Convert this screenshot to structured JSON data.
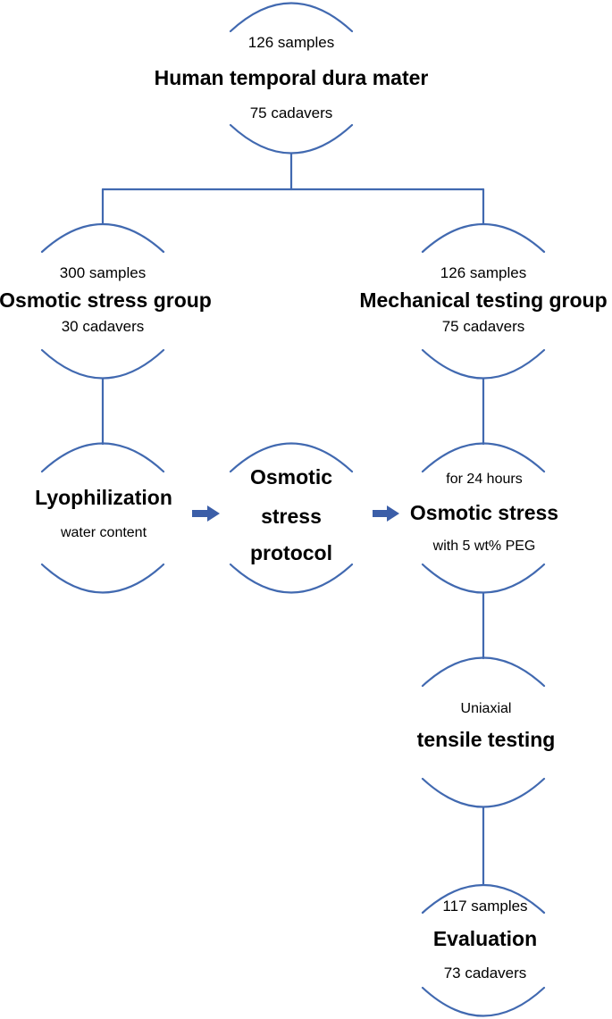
{
  "colors": {
    "line": "#4169b0",
    "arrow": "#3b5ea8",
    "text": "#000000"
  },
  "nodes": {
    "root": {
      "top": "126 samples",
      "title": "Human temporal dura mater",
      "bottom": "75 cadavers"
    },
    "osmotic_group": {
      "top": "300 samples",
      "title": "Osmotic stress group",
      "bottom": "30 cadavers"
    },
    "mechanical_group": {
      "top": "126 samples",
      "title": "Mechanical testing group",
      "bottom": "75 cadavers"
    },
    "lyophilization": {
      "title": "Lyophilization",
      "bottom": "water content"
    },
    "protocol": {
      "title_lines": [
        "Osmotic",
        "stress",
        "protocol"
      ]
    },
    "osmotic_stress": {
      "top": "for 24 hours",
      "title": "Osmotic stress",
      "bottom": "with 5 wt% PEG"
    },
    "tensile": {
      "top": "Uniaxial",
      "title": "tensile testing"
    },
    "evaluation": {
      "top": "117 samples",
      "title": "Evaluation",
      "bottom": "73 cadavers"
    }
  }
}
